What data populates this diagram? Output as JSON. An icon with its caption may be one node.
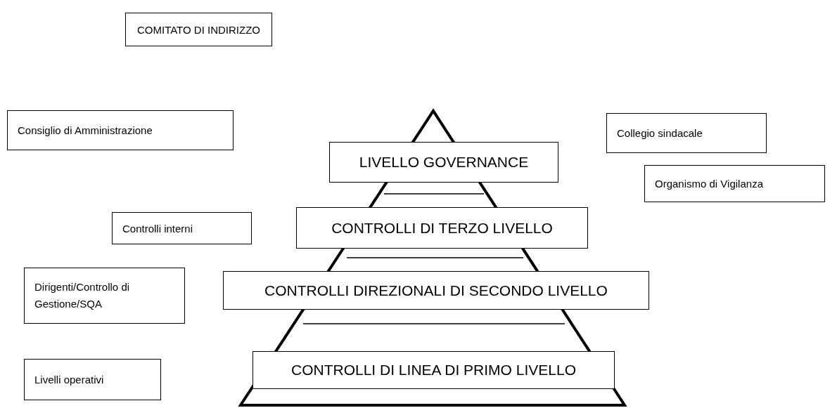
{
  "diagram": {
    "nodes": [
      {
        "text": [
          "COMITATO DI INDIRIZZO"
        ]
      },
      {
        "text": [
          "Consiglio di Amministrazione"
        ]
      },
      {
        "text": [
          "LIVELLO GOVERNANCE"
        ]
      },
      {
        "text": [
          "Collegio sindacale"
        ]
      },
      {
        "text": [
          "Organismo di Vigilanza"
        ]
      },
      {
        "text": [
          "Controlli interni"
        ]
      },
      {
        "text": [
          "CONTROLLI DI TERZO LIVELLO"
        ]
      },
      {
        "text": [
          "Dirigenti/Controllo di Gestione/SQA"
        ]
      },
      {
        "text": [
          "CONTROLLI DIREZIONALI DI SECONDO LIVELLO"
        ]
      },
      {
        "text": [
          "Livelli operativi"
        ]
      },
      {
        "text": [
          "CONTROLLI DI LINEA DI PRIMO LIVELLO"
        ]
      }
    ]
  }
}
